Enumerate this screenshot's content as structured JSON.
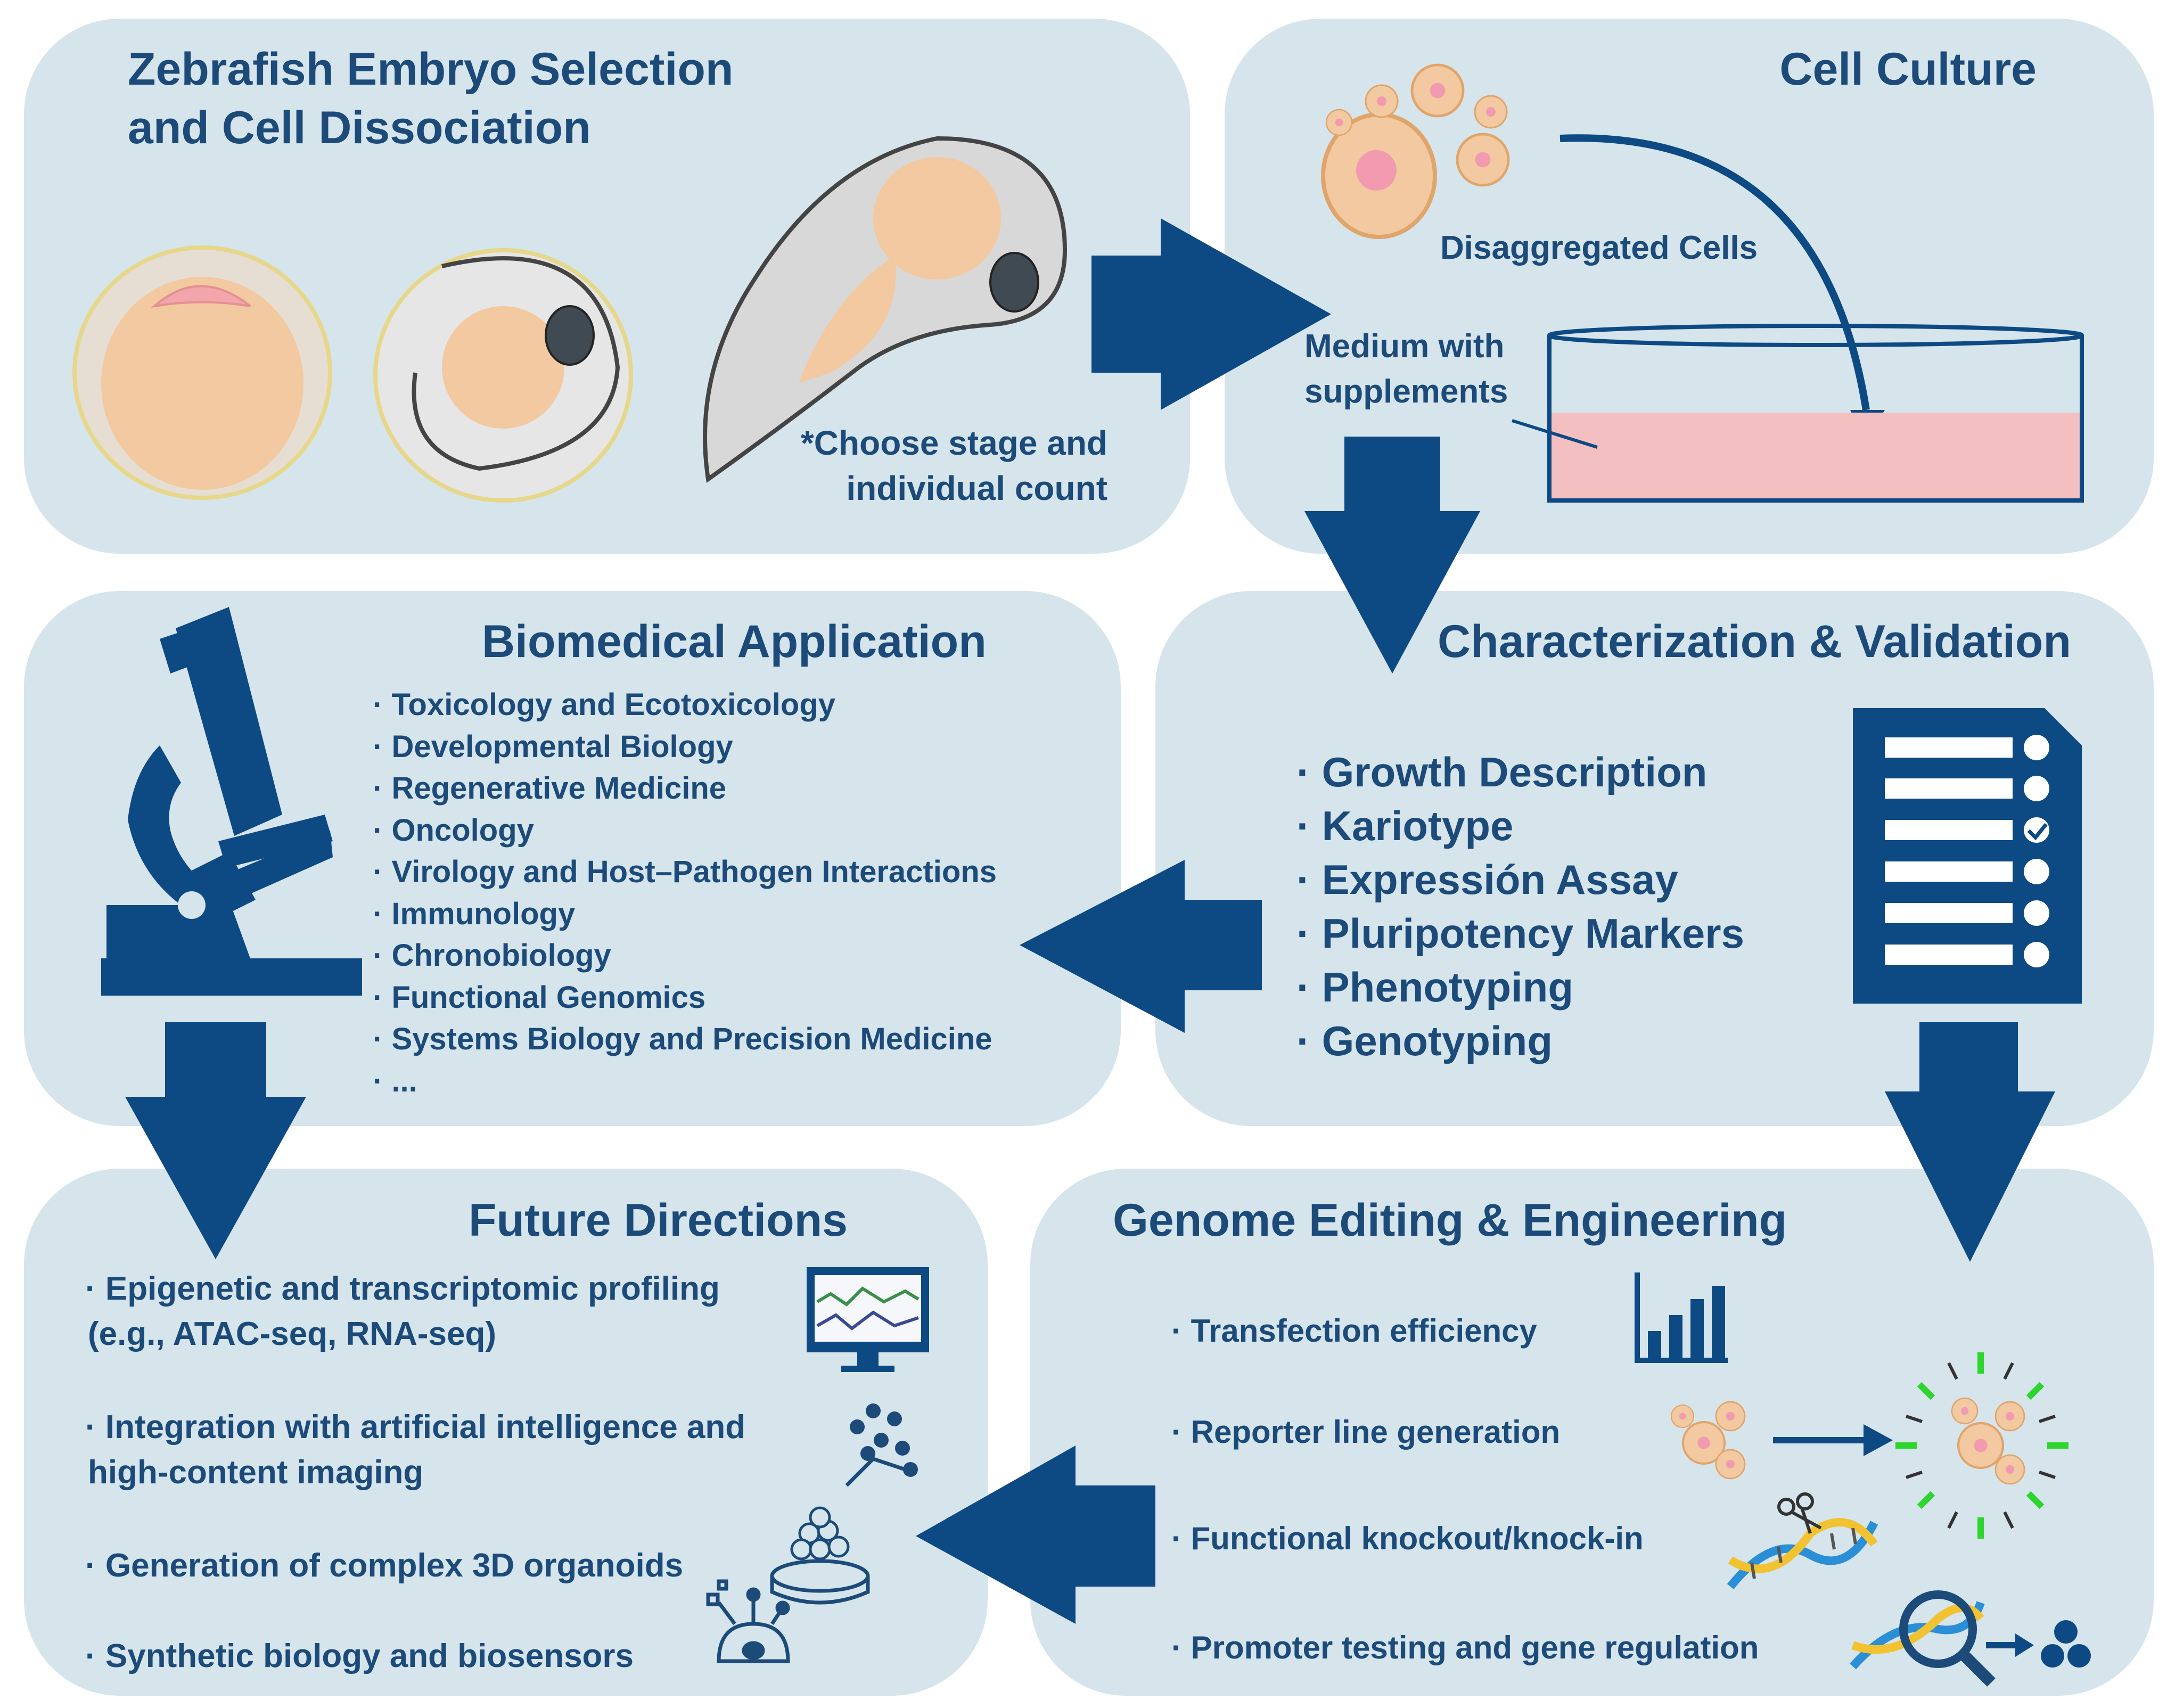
{
  "panels": {
    "embryo": {
      "title_line1": "Zebrafish Embryo Selection",
      "title_line2": "and Cell Dissociation",
      "note_line1": "*Choose stage and",
      "note_line2": "individual count"
    },
    "culture": {
      "title": "Cell Culture",
      "cells_label": "Disaggregated Cells",
      "medium_line1": "Medium with",
      "medium_line2": "supplements"
    },
    "biomedical": {
      "title": "Biomedical Application",
      "items": [
        "Toxicology and Ecotoxicology",
        "Developmental Biology",
        "Regenerative Medicine",
        "Oncology",
        "Virology and Host–Pathogen Interactions",
        "Immunology",
        "Chronobiology",
        "Functional Genomics",
        "Systems Biology and Precision Medicine",
        "..."
      ]
    },
    "characterization": {
      "title": "Characterization & Validation",
      "items": [
        "Growth Description",
        "Kariotype",
        "Expressión Assay",
        "Pluripotency Markers",
        "Phenotyping",
        "Genotyping"
      ]
    },
    "future": {
      "title": "Future Directions",
      "item1_line1": "Epigenetic and transcriptomic profiling",
      "item1_line2": "(e.g., ATAC-seq, RNA-seq)",
      "item2_line1": "Integration with artificial intelligence and",
      "item2_line2": "high-content imaging",
      "item3": "Generation of complex 3D organoids",
      "item4": "Synthetic biology and biosensors"
    },
    "genome": {
      "title": "Genome Editing & Engineering",
      "items": [
        "Transfection efficiency",
        "Reporter line generation",
        "Functional knockout/knock-in",
        "Promoter testing and gene regulation"
      ]
    }
  },
  "colors": {
    "panel": "#d6e4ec",
    "text": "#1c4b7a",
    "arrow": "#0d4a84",
    "cell": "#f2c9a0",
    "nucleus": "#f29bb0",
    "medium": "#f3bfc0",
    "glow": "#2fd52f",
    "dna_blue": "#2a8fd6",
    "dna_yellow": "#f2c230"
  },
  "icons": [
    "embryo-icon",
    "microscope-icon",
    "checklist-icon",
    "bar-chart-icon",
    "monitor-icon",
    "network-icon",
    "organoid-icon",
    "biosensor-icon",
    "dna-scissors-icon",
    "dna-magnifier-icon"
  ]
}
